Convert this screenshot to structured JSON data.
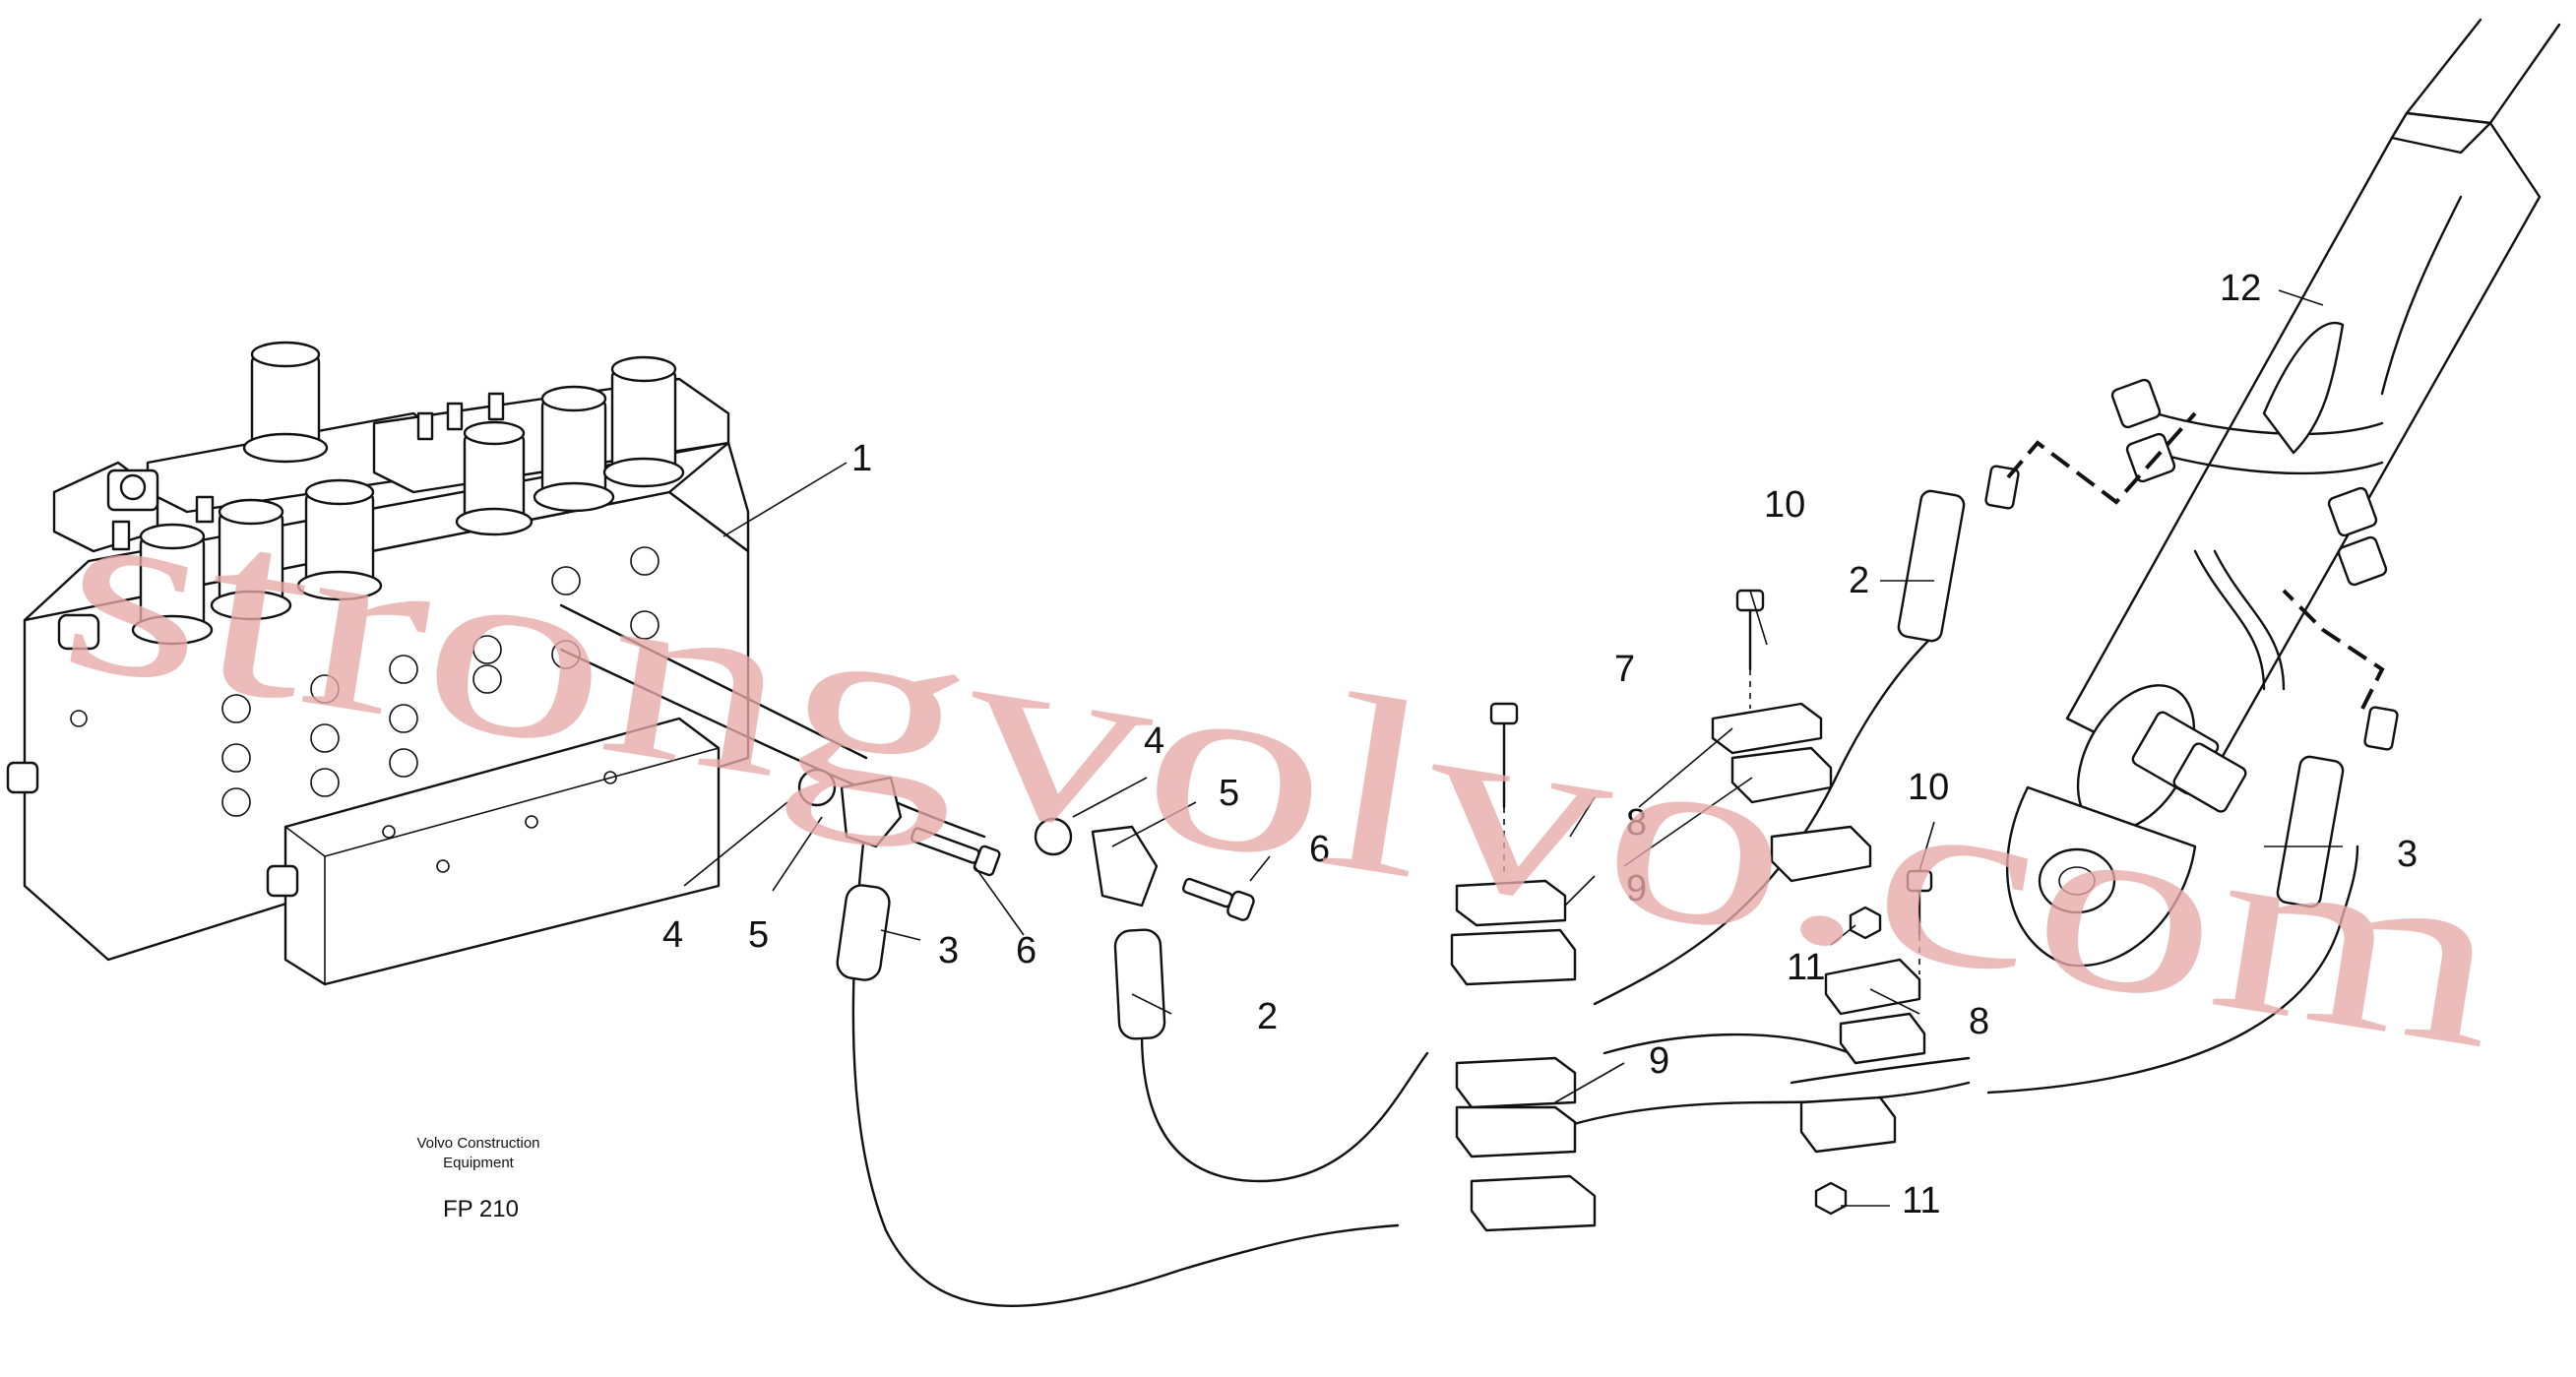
{
  "brand": {
    "line1": "Volvo Construction",
    "line2": "Equipment",
    "figure": "FP 210"
  },
  "watermark": "strongvolvo.com",
  "callouts": [
    {
      "id": "c1",
      "text": "1"
    },
    {
      "id": "c2a",
      "text": "2"
    },
    {
      "id": "c2b",
      "text": "2"
    },
    {
      "id": "c3a",
      "text": "3"
    },
    {
      "id": "c3b",
      "text": "3"
    },
    {
      "id": "c4a",
      "text": "4"
    },
    {
      "id": "c4b",
      "text": "4"
    },
    {
      "id": "c5a",
      "text": "5"
    },
    {
      "id": "c5b",
      "text": "5"
    },
    {
      "id": "c6a",
      "text": "6"
    },
    {
      "id": "c6b",
      "text": "6"
    },
    {
      "id": "c7",
      "text": "7"
    },
    {
      "id": "c8a",
      "text": "8"
    },
    {
      "id": "c8b",
      "text": "8"
    },
    {
      "id": "c9a",
      "text": "9"
    },
    {
      "id": "c9b",
      "text": "9"
    },
    {
      "id": "c10a",
      "text": "10"
    },
    {
      "id": "c10b",
      "text": "10"
    },
    {
      "id": "c11a",
      "text": "11"
    },
    {
      "id": "c11b",
      "text": "11"
    },
    {
      "id": "c12",
      "text": "12"
    }
  ]
}
